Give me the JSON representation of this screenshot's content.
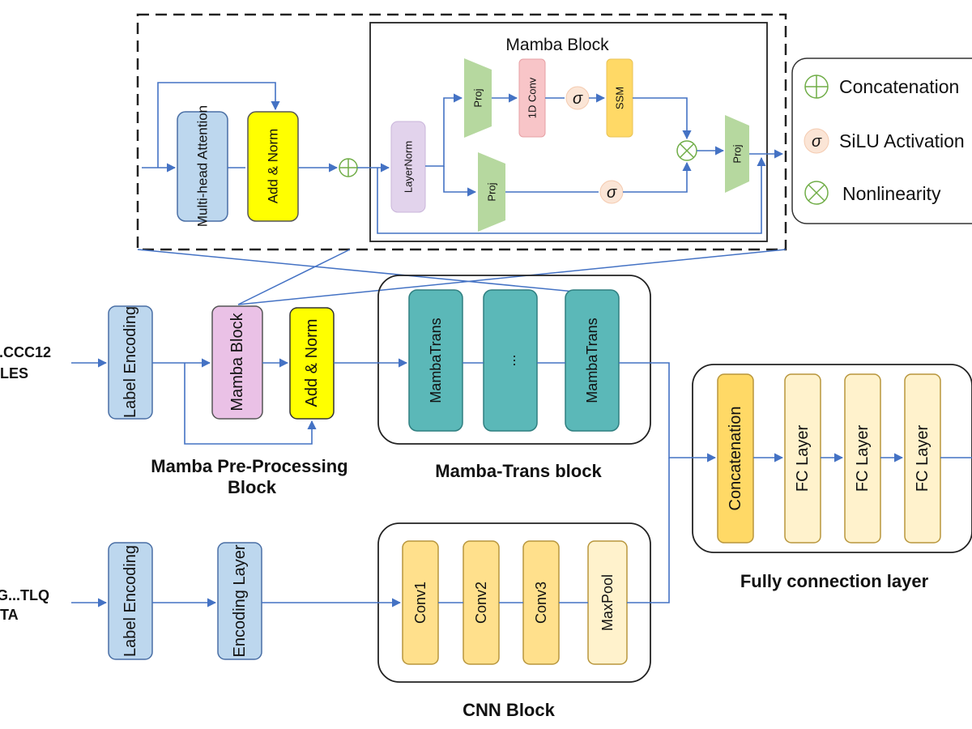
{
  "inputs": {
    "smiles_line1": "..CCC12",
    "smiles_line2": "LES",
    "seq_line1": "G...TLQ",
    "seq_line2": "TA"
  },
  "attention_block": {
    "multi_head": "Multi-head Attention",
    "add_norm": "Add & Norm"
  },
  "mamba_block": {
    "title": "Mamba Block",
    "layernorm": "LayerNorm",
    "proj": "Proj",
    "conv1d": "1D Conv",
    "ssm": "SSM",
    "sigma": "σ"
  },
  "legend": {
    "concat": "Concatenation",
    "silu": "SiLU Activation",
    "nonlinear": "Nonlinearity"
  },
  "preprocessing": {
    "label_encoding": "Label Encoding",
    "mamba_block": "Mamba Block",
    "add_norm": "Add & Norm",
    "caption": "Mamba Pre-Processing Block"
  },
  "mamba_trans": {
    "unit1": "MambaTrans",
    "ellipsis": "...",
    "unit3": "MambaTrans",
    "caption": "Mamba-Trans block"
  },
  "cnn": {
    "label_encoding": "Label Encoding",
    "encoding_layer": "Encoding Layer",
    "conv1": "Conv1",
    "conv2": "Conv2",
    "conv3": "Conv3",
    "maxpool": "MaxPool",
    "caption": "CNN Block"
  },
  "fc": {
    "concatenation": "Concatenation",
    "fc1": "FC Layer",
    "fc2": "FC Layer",
    "fc3": "FC Layer",
    "caption": "Fully connection layer"
  }
}
